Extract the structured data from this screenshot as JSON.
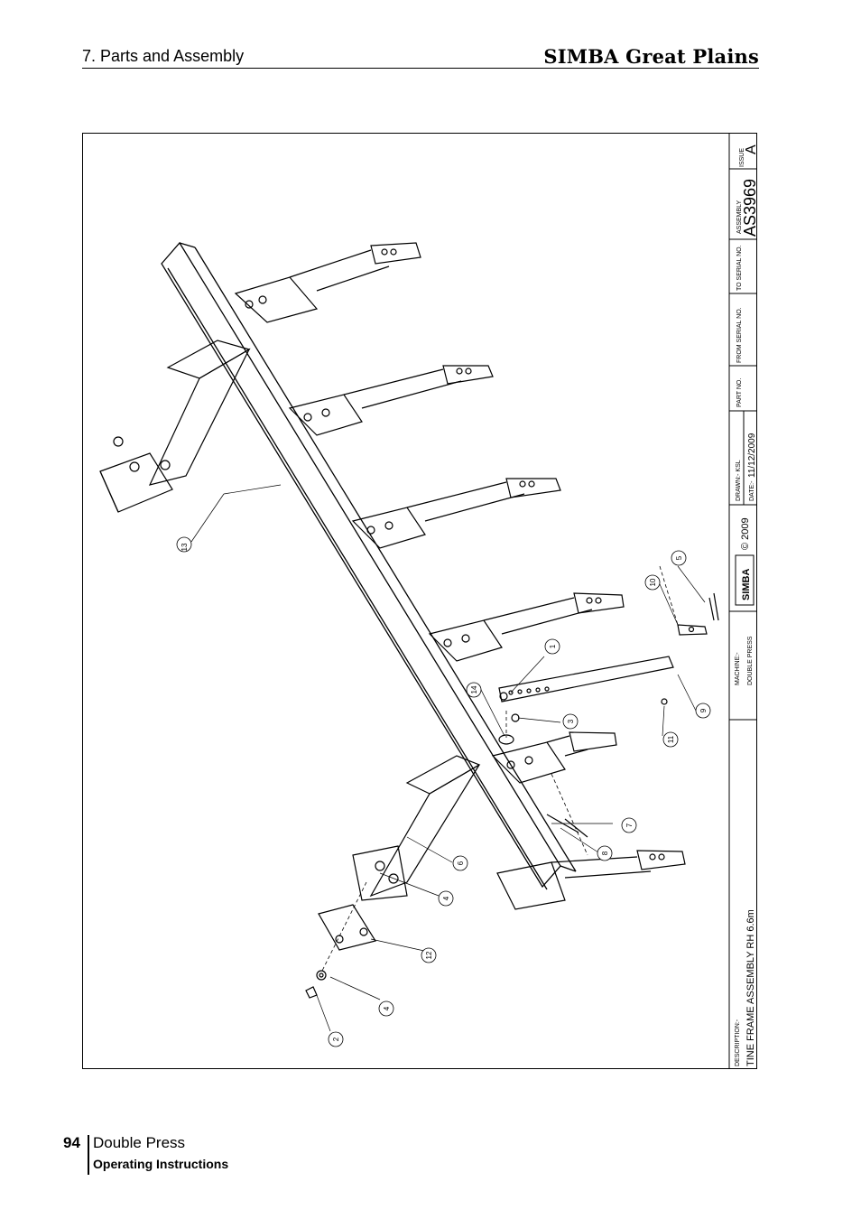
{
  "header": {
    "section": "7. Parts and Assembly",
    "brand": "SIMBA Great Plains"
  },
  "title_block": {
    "issue_label": "ISSUE",
    "issue_value": "A",
    "assembly_label": "ASSEMBLY",
    "assembly_value": "AS3969",
    "to_serial_label": "TO SERIAL NO.",
    "from_serial_label": "FROM SERIAL NO.",
    "part_no_label": "PART NO.",
    "drawn_label": "DRAWN:- KSL",
    "date_label": "DATE:-",
    "date_value": "11/12/2009",
    "copyright": "© 2009",
    "logo_text": "SIMBA",
    "machine_label": "MACHINE:-",
    "machine_value": "DOUBLE PRESS",
    "description_label": "DESCRIPTION:-",
    "description_value": "TINE FRAME ASSEMBLY RH 6.6m"
  },
  "callouts": [
    "1",
    "2",
    "3",
    "4",
    "4",
    "5",
    "6",
    "7",
    "8",
    "9",
    "10",
    "11",
    "12",
    "13",
    "14"
  ],
  "footer": {
    "page_number": "94",
    "title": "Double Press",
    "subtitle": "Operating Instructions"
  }
}
